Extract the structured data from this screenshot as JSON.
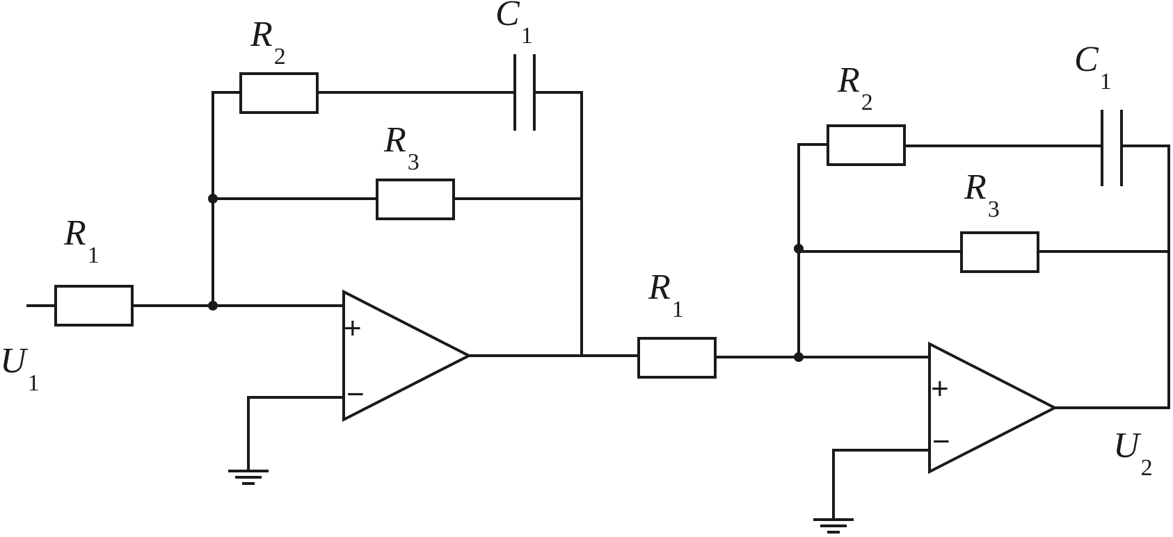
{
  "stage1": {
    "r1": {
      "main": "R",
      "sub": "1"
    },
    "r2": {
      "main": "R",
      "sub": "2"
    },
    "r3": {
      "main": "R",
      "sub": "3"
    },
    "c1": {
      "main": "C",
      "sub": "1"
    },
    "plus": "+",
    "minus": "−"
  },
  "stage2": {
    "r1": {
      "main": "R",
      "sub": "1"
    },
    "r2": {
      "main": "R",
      "sub": "2"
    },
    "r3": {
      "main": "R",
      "sub": "3"
    },
    "c1": {
      "main": "C",
      "sub": "1"
    },
    "plus": "+",
    "minus": "−"
  },
  "input": {
    "main": "U",
    "sub": "1"
  },
  "output": {
    "main": "U",
    "sub": "2"
  }
}
